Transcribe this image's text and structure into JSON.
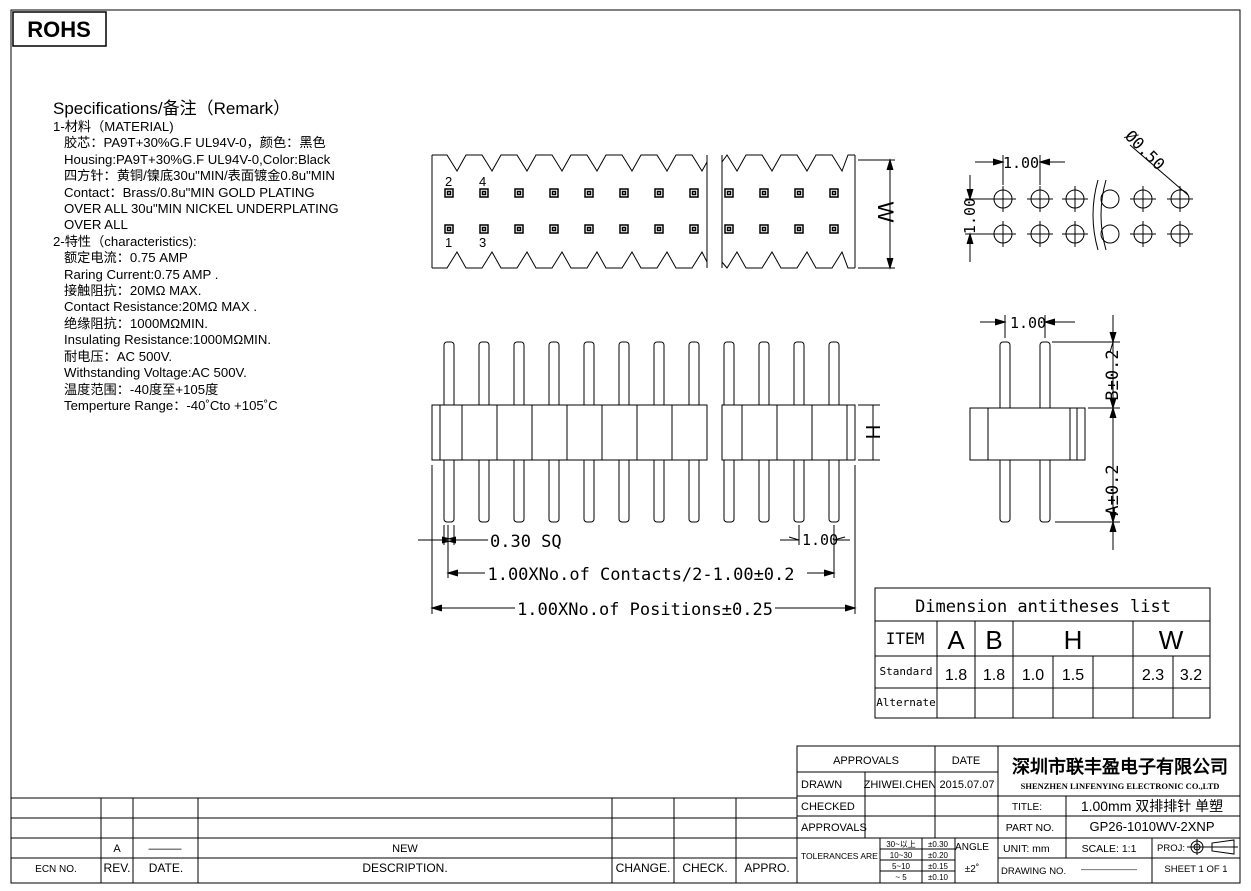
{
  "logo": "ROHS",
  "specs": {
    "title": "Specifications/备注（Remark）",
    "material_heading": "1-材料（MATERIAL)",
    "material": [
      "胶芯：PA9T+30%G.F UL94V-0，颜色：黑色",
      " Housing:PA9T+30%G.F UL94V-0,Color:Black",
      " 四方针：黄铜/镍底30u\"MIN/表面镀金0.8u\"MIN",
      "Contact：Brass/0.8u\"MIN GOLD PLATING",
      "OVER ALL 30u\"MIN NICKEL UNDERPLATING",
      "OVER ALL"
    ],
    "char_heading": "2-特性（characteristics):",
    "characteristics": [
      "额定电流：0.75 AMP",
      "Raring Current:0.75 AMP .",
      "接触阻抗：20MΩ MAX.",
      "Contact Resistance:20MΩ MAX .",
      "绝缘阻抗：1000MΩMIN.",
      "Insulating Resistance:1000MΩMIN.",
      "耐电压：AC 500V.",
      "Withstanding Voltage:AC 500V.",
      "温度范围：-40度至+105度",
      "Temperture Range：-40˚Cto +105˚C"
    ]
  },
  "drawing": {
    "pin_labels": {
      "p2": "2",
      "p4": "4",
      "p1": "1",
      "p3": "3"
    },
    "dim_w": "W",
    "dim_h": "H",
    "pitch_top": "1.00",
    "pitch_side": "1.00",
    "pitch_vert": "1.00",
    "hole": "Ø0.50",
    "sq": "0.30  SQ",
    "pitch_front": "1.00",
    "contacts": "1.00XNo.of  Contacts/2-1.00±0.2",
    "positions": "1.00XNo.of  Positions±0.25",
    "dim_b": "B±0.2",
    "dim_a": "A±0.2"
  },
  "dim_table": {
    "title": "Dimension antitheses list",
    "header": [
      "ITEM",
      "A",
      "B",
      "H",
      "W"
    ],
    "standard_label": "Standard",
    "standard": [
      "1.8",
      "1.8",
      "1.0",
      "1.5",
      "",
      "2.3",
      "3.2"
    ],
    "alternate_label": "Alternate"
  },
  "revision": {
    "rev": "A",
    "date": "———",
    "desc": "NEW",
    "headers": [
      "ECN  NO.",
      "REV.",
      "DATE.",
      "DESCRIPTION.",
      "CHANGE.",
      "CHECK.",
      "APPRO."
    ]
  },
  "title_block": {
    "approvals": "APPROVALS",
    "date": "DATE",
    "drawn": "DRAWN",
    "drawn_by": "ZHIWEI.CHEN",
    "drawn_date": "2015.07.07",
    "checked": "CHECKED",
    "approvals2": "APPROVALS",
    "tolerances": "TOLERANCES  ARE",
    "tol_ranges": [
      "30~以上",
      "10~30",
      "5~10",
      "~  5"
    ],
    "tol_values": [
      "±0.30",
      "±0.20",
      "±0.15",
      "±0.10"
    ],
    "angle": "ANGLE",
    "angle_tol": "±2˚",
    "company_cn": "深圳市联丰盈电子有限公司",
    "company_en": "SHENZHEN LINFENYING ELECTRONIC CO.,LTD",
    "title_label": "TITLE:",
    "title_value": "1.00mm 双排排针 单塑",
    "part_label": "PART  NO.",
    "part_value": "GP26-1010WV-2XNP",
    "unit": "UNIT:  mm",
    "scale": "SCALE:    1:1",
    "proj": "PROJ:",
    "drawing_no": "DRAWING  NO.",
    "drawing_no_value": "———————",
    "sheet": "SHEET    1  OF  1"
  }
}
